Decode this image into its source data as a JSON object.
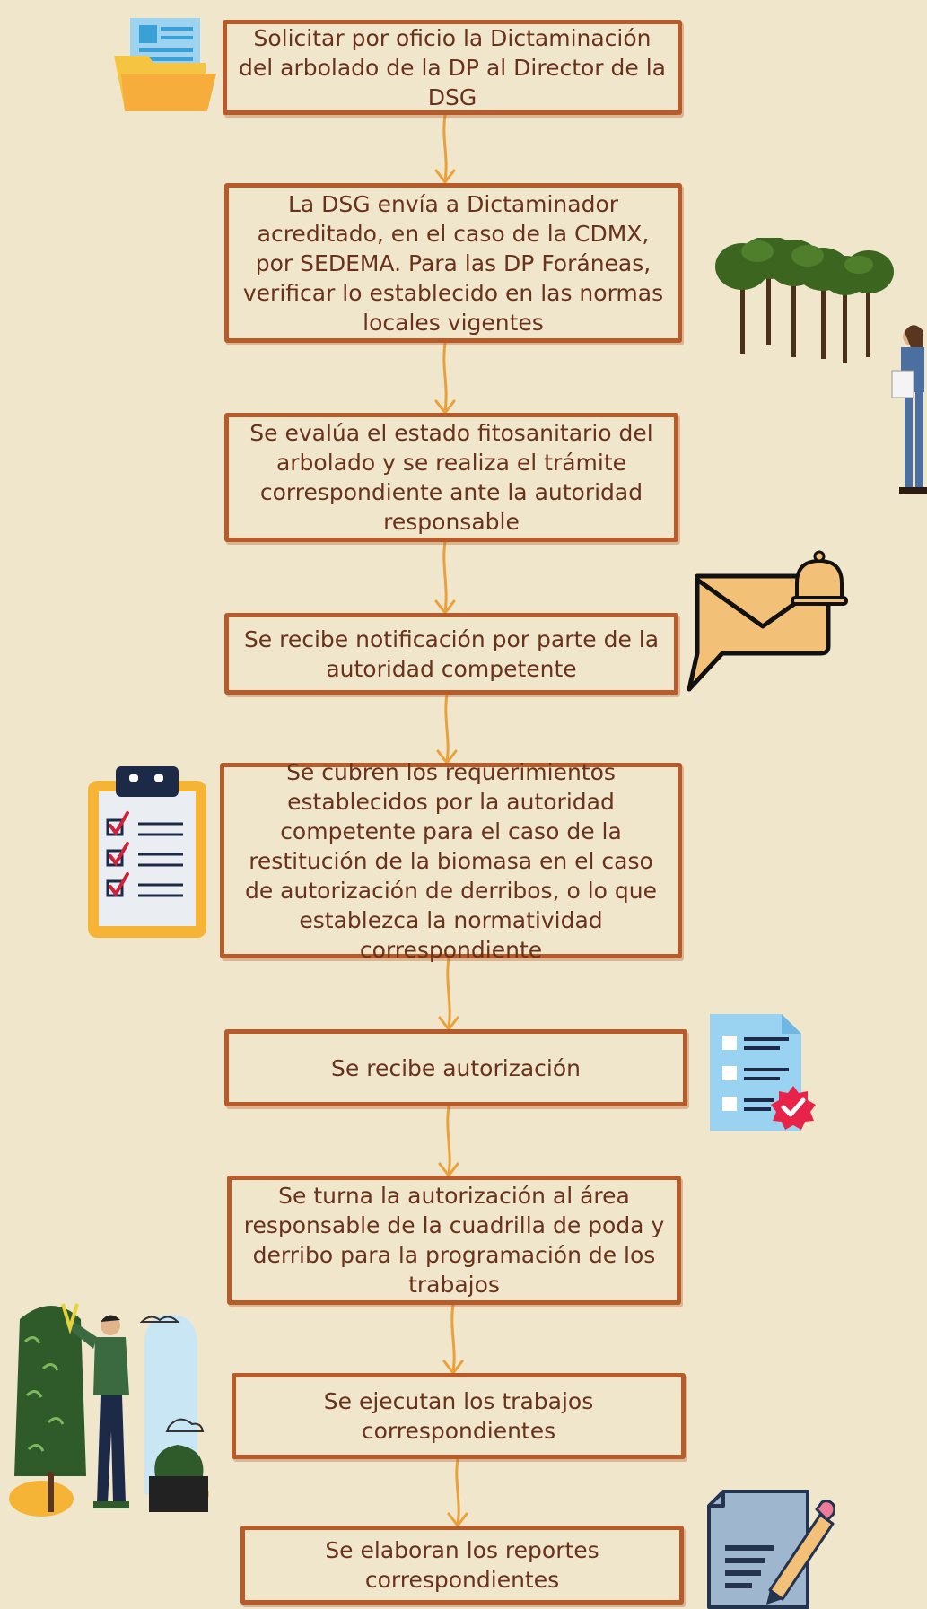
{
  "steps": [
    {
      "id": "step-1",
      "text": "Solicitar por oficio la Dictaminación del arbolado de la DP al Director de la DSG"
    },
    {
      "id": "step-2",
      "text": "La DSG envía a Dictaminador acreditado, en el caso de la CDMX, por SEDEMA. Para las DP Foráneas, verificar lo establecido en las normas locales vigentes"
    },
    {
      "id": "step-3",
      "text": "Se evalúa el estado fitosanitario del arbolado y se realiza el trámite correspondiente ante la  autoridad responsable"
    },
    {
      "id": "step-4",
      "text": "Se recibe notificación por parte de la autoridad competente"
    },
    {
      "id": "step-5",
      "text": "Se cubren los requerimientos establecidos por la autoridad competente para el caso de la restitución de la biomasa en el caso de autorización de derribos, o lo que establezca la normatividad correspondiente"
    },
    {
      "id": "step-6",
      "text": "Se recibe autorización"
    },
    {
      "id": "step-7",
      "text": "Se turna la autorización al área responsable de la cuadrilla de poda y derribo para la programación de los trabajos"
    },
    {
      "id": "step-8",
      "text": "Se ejecutan los trabajos correspondientes"
    },
    {
      "id": "step-9",
      "text": "Se elaboran los reportes correspondientes"
    }
  ],
  "icons": [
    "folder-document-icon",
    "trees-and-woman-icon",
    "mail-notification-icon",
    "checklist-clipboard-icon",
    "approved-document-icon",
    "gardener-pruning-icon",
    "report-writing-icon"
  ],
  "colors": {
    "background": "#efe6cc",
    "box_border": "#b85b2b",
    "text": "#6a321a",
    "arrow": "#eba03a"
  }
}
